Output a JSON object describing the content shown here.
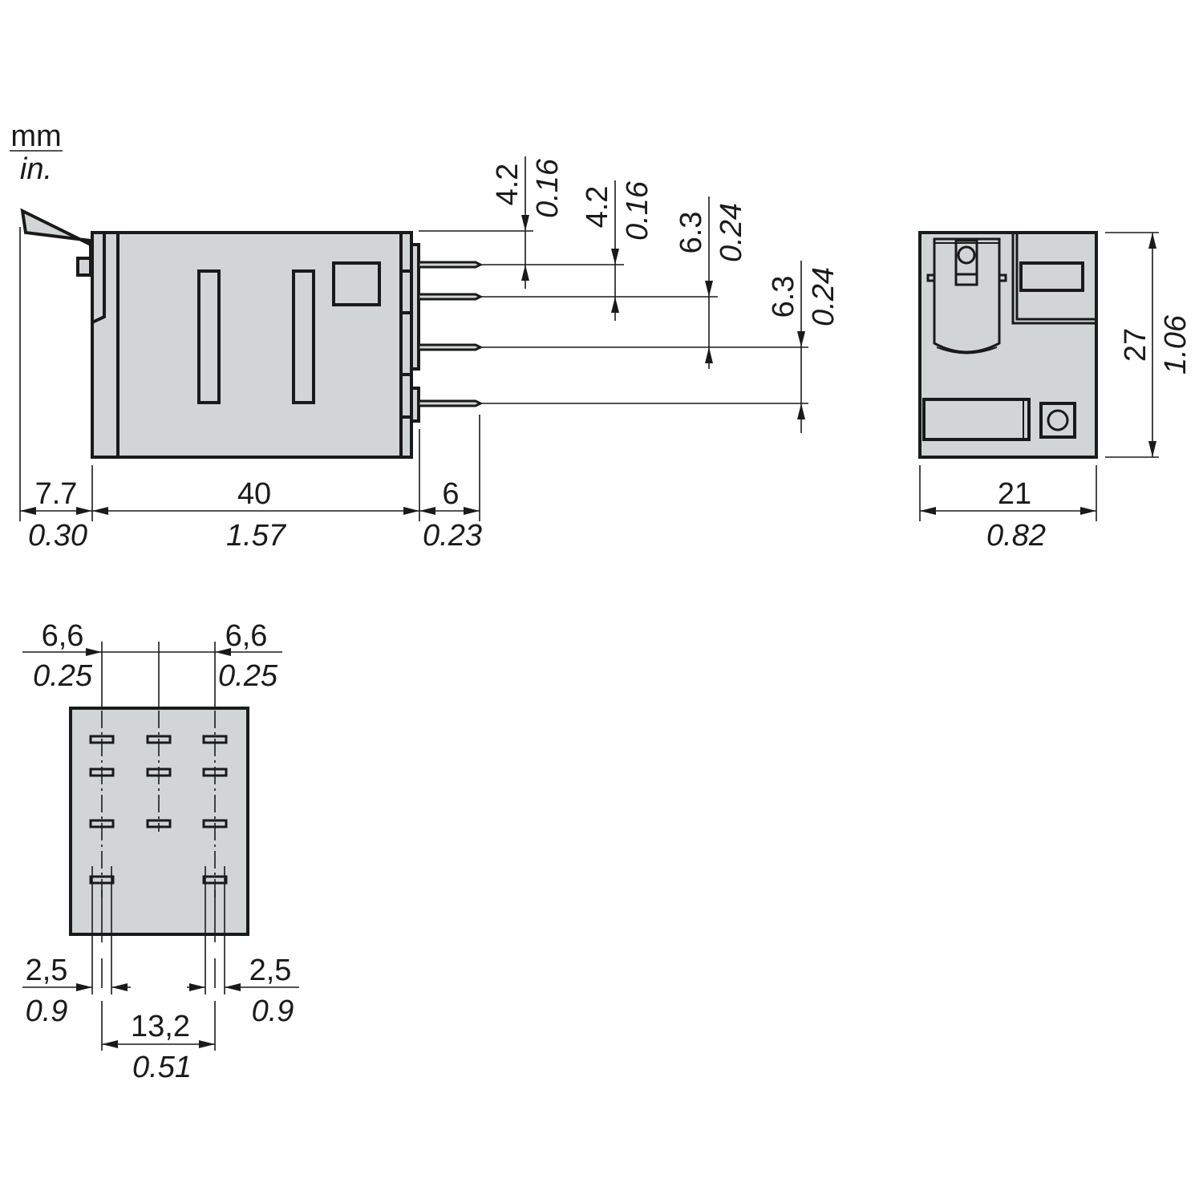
{
  "units": {
    "primary": "mm",
    "secondary": "in."
  },
  "side_view": {
    "length_overall": {
      "mm": "7.7",
      "in": "0.30"
    },
    "length_body": {
      "mm": "40",
      "in": "1.57"
    },
    "pin_length": {
      "mm": "6",
      "in": "0.23"
    },
    "pitch_1": {
      "mm": "4.2",
      "in": "0.16"
    },
    "pitch_2": {
      "mm": "4.2",
      "in": "0.16"
    },
    "pitch_3": {
      "mm": "6.3",
      "in": "0.24"
    },
    "pitch_4": {
      "mm": "6.3",
      "in": "0.24"
    }
  },
  "front_view": {
    "width": {
      "mm": "21",
      "in": "0.82"
    },
    "height": {
      "mm": "27",
      "in": "1.06"
    }
  },
  "bottom_view": {
    "pitch_left": {
      "mm": "6,6",
      "in": "0.25"
    },
    "pitch_right": {
      "mm": "6,6",
      "in": "0.25"
    },
    "pin_width_left": {
      "mm": "2,5",
      "in": "0.9"
    },
    "pin_width_right": {
      "mm": "2,5",
      "in": "0.9"
    },
    "outer_spacing": {
      "mm": "13,2",
      "in": "0.51"
    }
  },
  "colors": {
    "fill": "#d1d5d6",
    "line": "#1a1a1a"
  }
}
